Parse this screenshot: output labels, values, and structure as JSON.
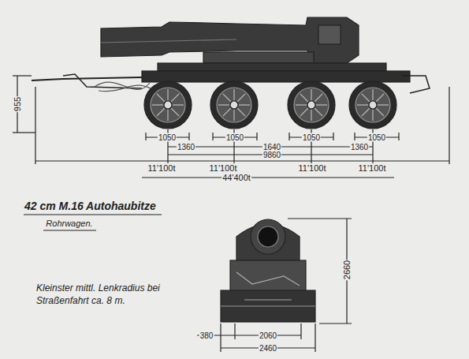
{
  "diagram": {
    "title": "42 cm M.16 Autohaubitze",
    "labels": [
      "955",
      "1050",
      "1050",
      "1050",
      "1050",
      "1360",
      "1640",
      "1360",
      "9860",
      "11'100t",
      "11'100t",
      "11'100t",
      "11'100t",
      "44'400t",
      "Rohrwagen.",
      "Kleinster mittl. Lenkradius bei Straßenfahrt ca. 8 m.",
      "2660",
      "380",
      "2060",
      "2460"
    ]
  }
}
